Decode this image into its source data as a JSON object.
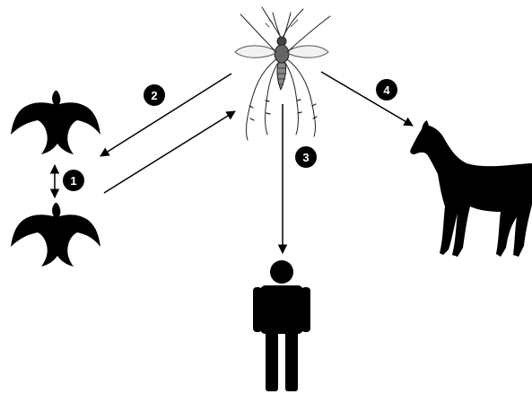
{
  "diagram": {
    "steps": [
      {
        "number": "1"
      },
      {
        "number": "2"
      },
      {
        "number": "3"
      },
      {
        "number": "4"
      }
    ],
    "nodes": {
      "mosquito": {
        "icon": "mosquito-icon"
      },
      "bird_top": {
        "icon": "bird-icon"
      },
      "bird_bottom": {
        "icon": "bird-icon"
      },
      "human": {
        "icon": "person-icon"
      },
      "horse": {
        "icon": "horse-icon"
      }
    },
    "colors": {
      "ink": "#000000",
      "background": "#ffffff",
      "badge_fill": "#000000",
      "badge_text": "#ffffff"
    }
  }
}
